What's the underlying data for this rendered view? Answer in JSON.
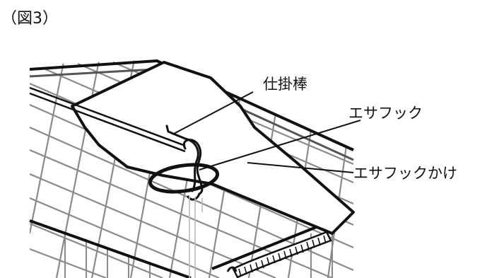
{
  "figure": {
    "title": "（図3）",
    "labels": {
      "rod": "仕掛棒",
      "bait_hook": "エサフック",
      "bait_hook_holder": "エサフックかけ"
    }
  },
  "colors": {
    "line": "#111111",
    "grid": "#8a8a8a",
    "frame": "#555555"
  }
}
